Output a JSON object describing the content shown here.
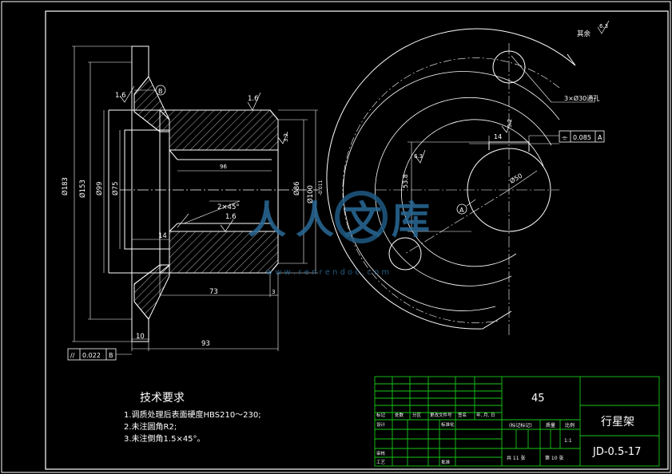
{
  "drawing": {
    "part_name": "行星架",
    "drawing_no": "JD-0.5-17",
    "material": "45",
    "scale": "1:1",
    "sheet_total": "共 11 张",
    "sheet_no": "第 10 张",
    "marking_note": "(标记标记)",
    "weight_label": "质量",
    "scale_label": "比例"
  },
  "title_block": {
    "rows": {
      "biaoji": "标记",
      "chushu": "处数",
      "fenqu": "分区",
      "gengai": "更改文件号",
      "qianming": "签名",
      "riqi": "年, 月, 日",
      "sheji": "设计",
      "biaozhunhua": "标准化",
      "shenhe": "审核",
      "gongyi": "工艺",
      "pizhun": "批准"
    }
  },
  "tech_requirements": {
    "title": "技术要求",
    "items": [
      "1.调质处理后表面硬度HBS210～230;",
      "2.未注圆角R2;",
      "3.未注倒角1.5×45°。"
    ]
  },
  "section_view": {
    "dims": {
      "d183": "Ø183",
      "d153": "Ø153",
      "d99": "Ø99",
      "d75": "Ø75",
      "d86": "Ø86",
      "d100": "Ø100",
      "d100_tol": "-0.011",
      "len96": "96",
      "len14": "14",
      "len73": "73",
      "len3": "3",
      "len10": "10",
      "len93": "93",
      "chamfer": "2×45°",
      "rough16a": "1.6",
      "rough16b": "1.6",
      "rough16c": "1.6",
      "rough32": "3.2",
      "datum_b": "B"
    },
    "flatness": {
      "symbol": "//",
      "value": "0.022",
      "datum": "B"
    }
  },
  "end_view": {
    "other_surfaces_label": "其余",
    "other_roughness": "6.3",
    "holes_note": "3×Ø30通孔",
    "keyway_width": "14",
    "keyway_depth": "53.8",
    "bore": "Ø50",
    "rough32": "3.2",
    "rough63": "6.3",
    "datum_a": "A",
    "symmetry": {
      "symbol": "⌯",
      "value": "0.085",
      "datum": "A"
    }
  },
  "watermark": {
    "text": "人人文库",
    "url": "w w w . r e n r e n d o c . c o m"
  }
}
